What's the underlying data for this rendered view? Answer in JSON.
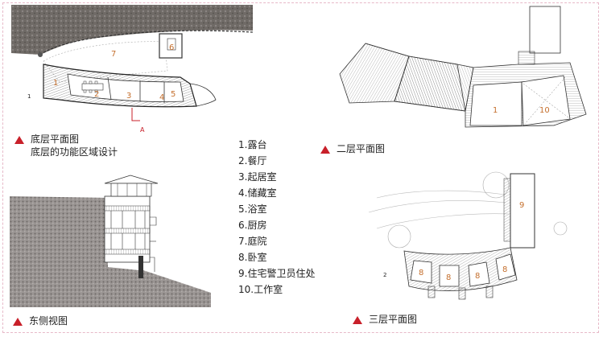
{
  "captions": {
    "ground_floor": "底层平面图",
    "ground_floor_sub": "底层的功能区域设计",
    "second_floor": "二层平面图",
    "east_view": "东侧视图",
    "third_floor": "三层平面图"
  },
  "legend": [
    "1.露台",
    "2.餐厅",
    "3.起居室",
    "4.储藏室",
    "5.浴室",
    "6.厨房",
    "7.庭院",
    "8.卧室",
    "9.住宅警卫员住处",
    "10.工作室"
  ],
  "plan_labels": {
    "ground": [
      "1",
      "2",
      "3",
      "4",
      "5",
      "6",
      "7",
      "1"
    ],
    "section_marker": "A",
    "second": [
      "1",
      "10"
    ],
    "third": [
      "9",
      "8",
      "8",
      "8",
      "8",
      "2"
    ]
  },
  "colors": {
    "accent": "#c8202a",
    "room_number": "#c5702e"
  }
}
